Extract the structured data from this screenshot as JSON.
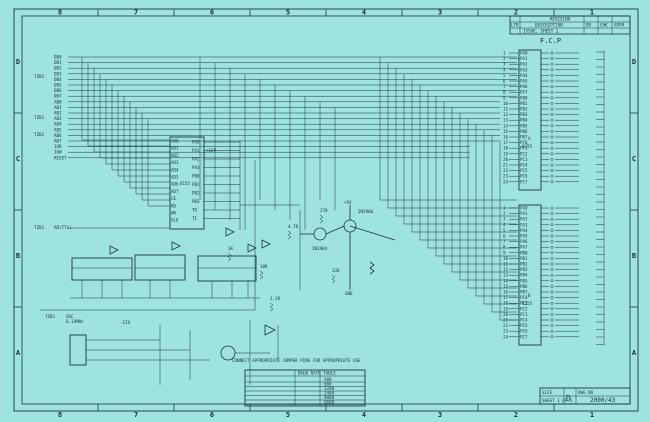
{
  "zones": {
    "columns": [
      "8",
      "7",
      "6",
      "5",
      "4",
      "3",
      "2",
      "1"
    ],
    "rows": [
      "D",
      "C",
      "B",
      "A"
    ]
  },
  "title_block": {
    "revision_header": "REVISION",
    "col_headers": [
      "LTR",
      "DESCRIPTION",
      "DR",
      "CHK",
      "APPR"
    ],
    "rev_entry": "ISSUE, SHEET 1"
  },
  "header_tag": "F.C.P",
  "left_signals": {
    "bus_label": "TZB1",
    "data_lines": [
      "DB0",
      "DB1",
      "DB2",
      "DB3",
      "DB4",
      "DB5",
      "DB6",
      "DB7"
    ],
    "addr_lines": [
      "AB0",
      "AB1",
      "AB2",
      "AB3",
      "AB4",
      "AB5",
      "AB6",
      "AB7"
    ],
    "control_lines": [
      "IOR",
      "IOW",
      "RESET"
    ],
    "misc_label": "AB(TTL)",
    "osc_label": "OSC",
    "osc_sub": "6.14MHz"
  },
  "chips": {
    "u1": {
      "name": "8155",
      "pins_left": [
        "AD0",
        "AD1",
        "AD2",
        "AD3",
        "AD4",
        "AD5",
        "AD6",
        "AD7",
        "CE",
        "RD",
        "WR",
        "ALE"
      ],
      "pins_right": [
        "PA0",
        "PA1",
        "PA2",
        "PA3",
        "PB0",
        "PB1",
        "PB2",
        "PB3",
        "TO",
        "TI"
      ]
    },
    "u_upper": {
      "name": "8255",
      "label": "A",
      "pins": [
        "PA0",
        "PA1",
        "PA2",
        "PA3",
        "PA4",
        "PA5",
        "PA6",
        "PA7",
        "PB0",
        "PB1",
        "PB2",
        "PB3",
        "PB4",
        "PB5",
        "PB6",
        "PB7",
        "PC0",
        "PC1",
        "PC2",
        "PC3",
        "PC4",
        "PC5",
        "PC6",
        "PC7"
      ]
    },
    "u_lower": {
      "name": "8255",
      "label": "B",
      "pins": [
        "PA0",
        "PA1",
        "PA2",
        "PA3",
        "PA4",
        "PA5",
        "PA6",
        "PA7",
        "PB0",
        "PB1",
        "PB2",
        "PB3",
        "PB4",
        "PB5",
        "PB6",
        "PB7",
        "PC0",
        "PC1",
        "PC2",
        "PC3",
        "PC4",
        "PC5",
        "PC6",
        "PC7"
      ]
    }
  },
  "transistors": [
    "2N3904",
    "2N3906"
  ],
  "resistors": [
    "270",
    "4.7K",
    "1K",
    "10K",
    "330",
    "2.2K"
  ],
  "supply": [
    "+5V",
    "+12V",
    "-12V",
    "GND"
  ],
  "notes": {
    "jumper_note": "CONNECT APPROPRIATE JUMPER PINS FOR APPROPRIATE USE",
    "table_title": "BAUD RATE TABLE",
    "table_rows": [
      "300",
      "600",
      "1200",
      "2400",
      "4800",
      "9600"
    ]
  },
  "bottom_block": {
    "label1": "SIZE",
    "size_val": "D",
    "label2": "DWG NO",
    "dwg_no": "2000/43",
    "sheet": "SHEET 1 OF 1"
  }
}
